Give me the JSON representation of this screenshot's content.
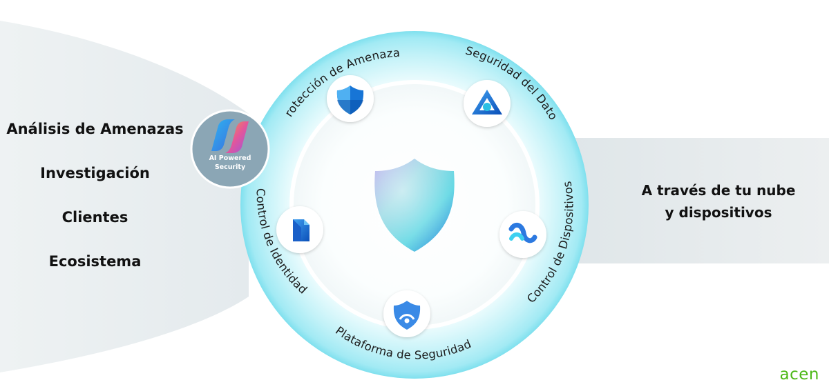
{
  "left_items": [
    "Análisis de Amenazas",
    "Investigación",
    "Clientes",
    "Ecosistema"
  ],
  "right_text": [
    "A través de tu nube",
    "y dispositivos"
  ],
  "badge": {
    "line1": "AI Powered",
    "line2": "Security"
  },
  "ring_labels": {
    "threat": "Protección de Amenazas",
    "data": "Seguridad del Dato",
    "devices": "Control de Dispositivos",
    "platform": "Plataforma de Seguridad",
    "identity": "Control de Identidad"
  },
  "logo": "acen",
  "icons": [
    "defender-shield-icon",
    "purview-icon",
    "intune-icon",
    "security-platform-icon",
    "entra-identity-icon",
    "copilot-icon",
    "center-shield-icon"
  ],
  "colors": {
    "ring": "#b9f0f8",
    "ring_edge": "#6fe0ef",
    "badge": "#8ba6b5",
    "accent_blue": "#0f6cd6",
    "logo": "#4cb816"
  }
}
